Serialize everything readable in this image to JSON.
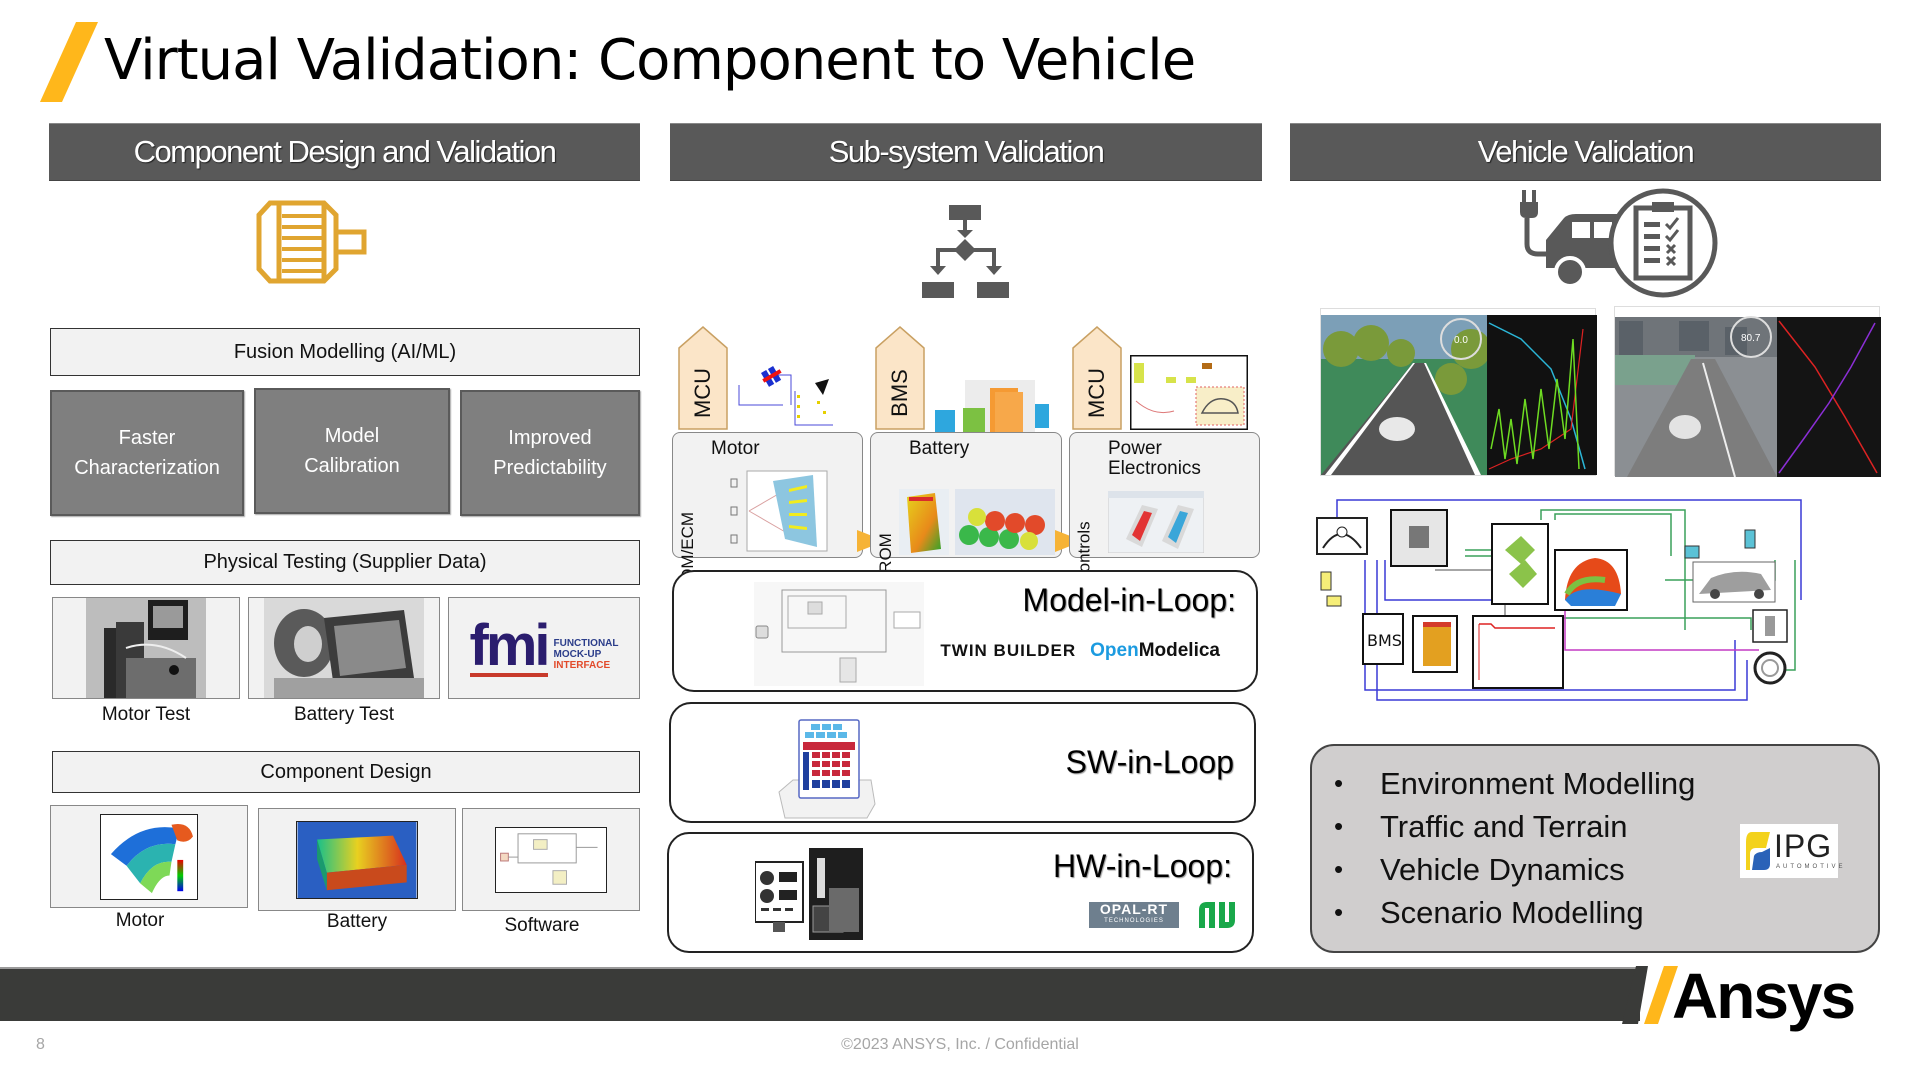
{
  "title": "Virtual Validation: Component to Vehicle",
  "colors": {
    "accent": "#ffb71b",
    "header_bg": "#595959",
    "tile_bg": "#7f7f7f",
    "box_bg": "#f2f2f2",
    "icon_gold": "#e0a530",
    "icon_gray": "#595959",
    "tab_fill": "#fbe5c8",
    "tab_stroke": "#c9a062",
    "bullet_box_bg": "#d0cece",
    "footer_bg": "#3a3b39"
  },
  "columns": {
    "component": {
      "header": "Component Design and Validation",
      "icon": "electric-motor-icon",
      "fusion_label": "Fusion Modelling (AI/ML)",
      "tiles": [
        {
          "line1": "Faster",
          "line2": "Characterization"
        },
        {
          "line1": "Model",
          "line2": "Calibration"
        },
        {
          "line1": "Improved",
          "line2": "Predictability"
        }
      ],
      "physical_label": "Physical Testing (Supplier Data)",
      "physical_items": [
        {
          "caption": "Motor Test",
          "image": "motor-test-photo"
        },
        {
          "caption": "Battery Test",
          "image": "battery-test-photo"
        },
        {
          "caption": "",
          "image": "fmi-logo",
          "logo_text": "fmi",
          "logo_sub": [
            "FUNCTIONAL",
            "MOCK-UP",
            "INTERFACE"
          ]
        }
      ],
      "design_label": "Component Design",
      "design_items": [
        {
          "caption": "Motor",
          "image": "motor-fea-render"
        },
        {
          "caption": "Battery",
          "image": "battery-thermal-render"
        },
        {
          "caption": "Software",
          "image": "software-block-diagram"
        }
      ]
    },
    "subsystem": {
      "header": "Sub-system Validation",
      "icon": "flowchart-icon",
      "tabs": [
        "MCU",
        "BMS",
        "MCU"
      ],
      "components": [
        {
          "side": "ROM/ECM",
          "title": "Motor"
        },
        {
          "side": "ROM",
          "title": "Battery"
        },
        {
          "side": "Controls",
          "title": "Power Electronics"
        }
      ],
      "loops": {
        "mil": {
          "title": "Model-in-Loop:",
          "tools": [
            "TWIN BUILDER",
            "Open",
            "Modelica"
          ]
        },
        "sil": {
          "title": "SW-in-Loop"
        },
        "hil": {
          "title": "HW-in-Loop:",
          "tools": [
            "OPAL-RT",
            "TECHNOLOGIES",
            "NI"
          ]
        }
      }
    },
    "vehicle": {
      "header": "Vehicle Validation",
      "icon": "ev-checklist-icon",
      "speed_readouts": [
        "0.0",
        "80.7"
      ],
      "diagram_label": "BMS",
      "bullets": [
        "Environment Modelling",
        "Traffic and Terrain",
        "Vehicle Dynamics",
        "Scenario Modelling"
      ],
      "partner_logo": {
        "name": "IPG",
        "sub": "AUTOMOTIVE"
      }
    }
  },
  "footer": {
    "page_number": "8",
    "copyright": "©2023 ANSYS, Inc. / Confidential",
    "brand": "Ansys"
  }
}
